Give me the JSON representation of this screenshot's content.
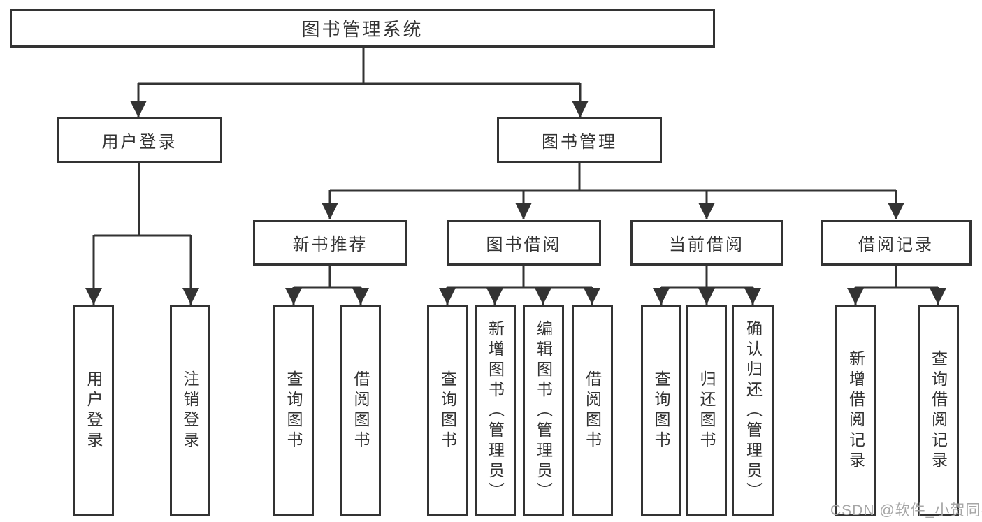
{
  "diagram_title": "图书管理系统",
  "nodes": {
    "root": {
      "label": "图书管理系统"
    },
    "level2": [
      {
        "id": "user-login-group",
        "label": "用户登录"
      },
      {
        "id": "book-management",
        "label": "图书管理"
      }
    ],
    "level3": [
      {
        "id": "new-book-recommend",
        "label": "新书推荐",
        "parent": "book-management"
      },
      {
        "id": "book-borrowing",
        "label": "图书借阅",
        "parent": "book-management"
      },
      {
        "id": "current-borrowing",
        "label": "当前借阅",
        "parent": "book-management"
      },
      {
        "id": "borrowing-records",
        "label": "借阅记录",
        "parent": "book-management"
      }
    ],
    "leaves": [
      {
        "id": "user-login",
        "label": "用户登录",
        "parent": "user-login-group"
      },
      {
        "id": "logout",
        "label": "注销登录",
        "parent": "user-login-group"
      },
      {
        "id": "query-book-recommend",
        "label": "查询图书",
        "parent": "new-book-recommend"
      },
      {
        "id": "borrow-book-recommend",
        "label": "借阅图书",
        "parent": "new-book-recommend"
      },
      {
        "id": "query-book-borrow",
        "label": "查询图书",
        "parent": "book-borrowing"
      },
      {
        "id": "add-book-admin",
        "label": "新增图书（管理员）",
        "parent": "book-borrowing"
      },
      {
        "id": "edit-book-admin",
        "label": "编辑图书（管理员）",
        "parent": "book-borrowing"
      },
      {
        "id": "borrow-book-borrow",
        "label": "借阅图书",
        "parent": "book-borrowing"
      },
      {
        "id": "query-book-current",
        "label": "查询图书",
        "parent": "current-borrowing"
      },
      {
        "id": "return-book",
        "label": "归还图书",
        "parent": "current-borrowing"
      },
      {
        "id": "confirm-return-admin",
        "label": "确认归还（管理员）",
        "parent": "current-borrowing"
      },
      {
        "id": "add-borrow-record",
        "label": "新增借阅记录",
        "parent": "borrowing-records"
      },
      {
        "id": "query-borrow-record",
        "label": "查询借阅记录",
        "parent": "borrowing-records"
      }
    ]
  },
  "watermark": {
    "text": "CSDN @软件_小贺同学",
    "color": "#a6a6a6"
  },
  "colors": {
    "line": "#333333",
    "box_border": "#333333",
    "text": "#333333",
    "box_background": "#ffffff",
    "page_background": "#ffffff"
  }
}
